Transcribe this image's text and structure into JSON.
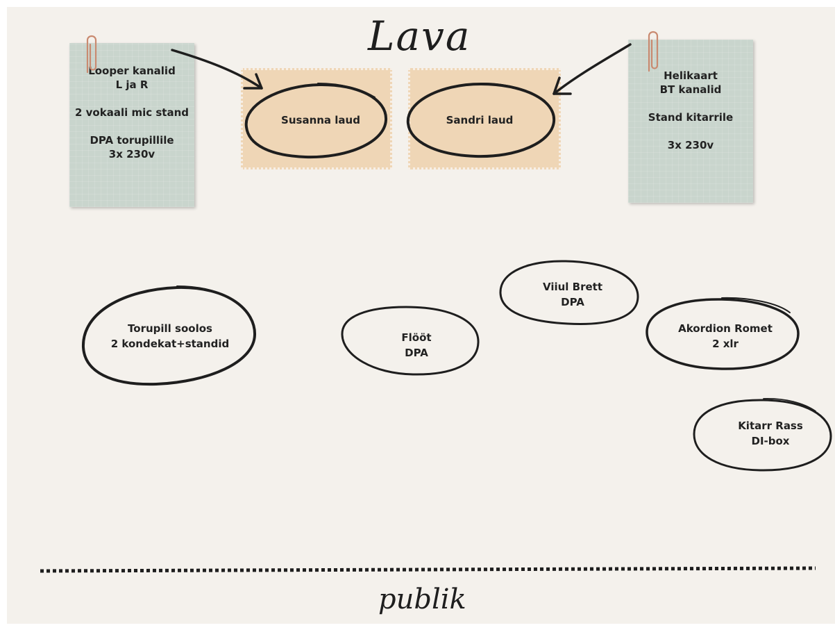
{
  "title": "Lava",
  "footer": "publik",
  "notes": {
    "left": [
      "Looper kanalid",
      "L ja R",
      "",
      "2 vokaali mic stand",
      "",
      "DPA  torupillile",
      "3x 230v"
    ],
    "right": [
      "Helikaart",
      "BT kanalid",
      "",
      "Stand kitarrile",
      "",
      "3x 230v"
    ]
  },
  "tables": {
    "left": "Susanna  laud",
    "right": "Sandri laud"
  },
  "instruments": {
    "torupill": [
      "Torupill soolos",
      "2 kondekat+standid"
    ],
    "floot": [
      "Flööt",
      "DPA"
    ],
    "viiul": [
      "Viiul Brett",
      "DPA"
    ],
    "akordion": [
      "Akordion Romet",
      "2 xlr"
    ],
    "kitarr": [
      "Kitarr Rass",
      "DI-box"
    ]
  },
  "colors": {
    "note": "#c9d5cd",
    "table": "#efd6b6",
    "ink": "#1e1e1e",
    "background": "#f4f1ec"
  }
}
